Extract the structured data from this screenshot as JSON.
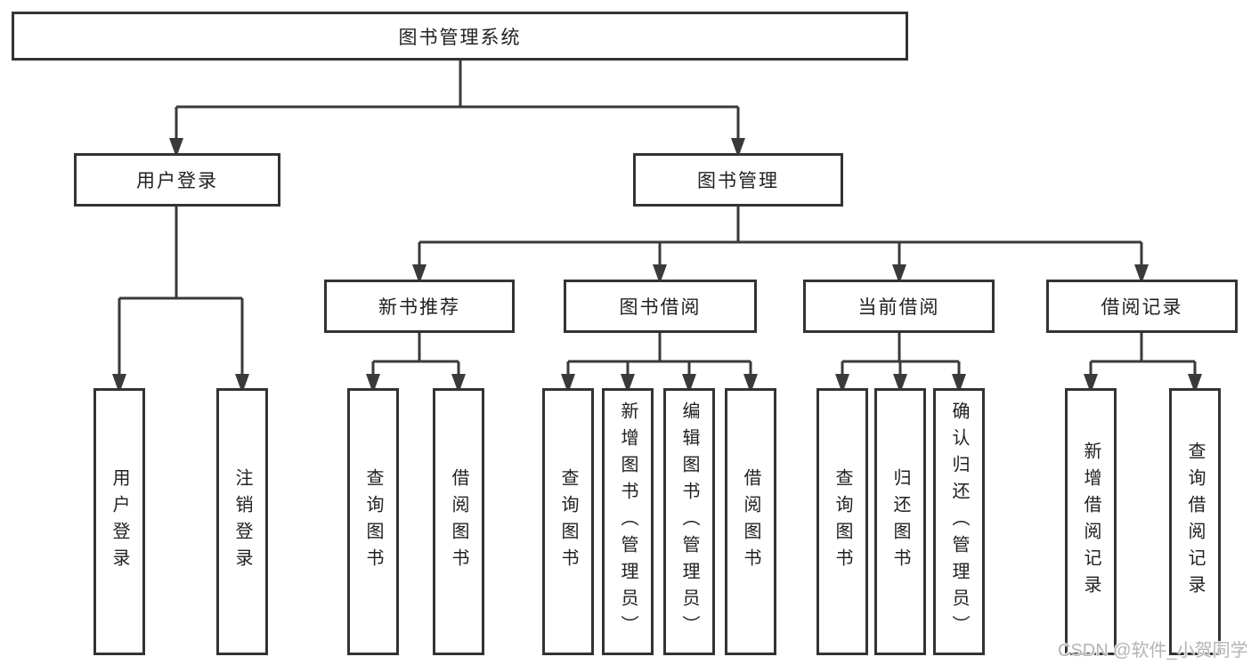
{
  "tree": {
    "root": {
      "label": "图书管理系统",
      "children": [
        {
          "label": "用户登录",
          "children": [
            {
              "label": "用户登录"
            },
            {
              "label": "注销登录"
            }
          ]
        },
        {
          "label": "图书管理",
          "children": [
            {
              "label": "新书推荐",
              "children": [
                {
                  "label": "查询图书"
                },
                {
                  "label": "借阅图书"
                }
              ]
            },
            {
              "label": "图书借阅",
              "children": [
                {
                  "label": "查询图书"
                },
                {
                  "label": "新增图书（管理员）"
                },
                {
                  "label": "编辑图书（管理员）"
                },
                {
                  "label": "借阅图书"
                }
              ]
            },
            {
              "label": "当前借阅",
              "children": [
                {
                  "label": "查询图书"
                },
                {
                  "label": "归还图书"
                },
                {
                  "label": "确认归还（管理员）"
                }
              ]
            },
            {
              "label": "借阅记录",
              "children": [
                {
                  "label": "新增借阅记录"
                },
                {
                  "label": "查询借阅记录"
                }
              ]
            }
          ]
        }
      ]
    }
  },
  "watermark": {
    "text": "CSDN @软件_小贺同学"
  },
  "colors": {
    "line": "#3a3a3a",
    "border": "#333333",
    "text": "#212121",
    "watermark": "#b4b4b4",
    "background": "#ffffff"
  }
}
